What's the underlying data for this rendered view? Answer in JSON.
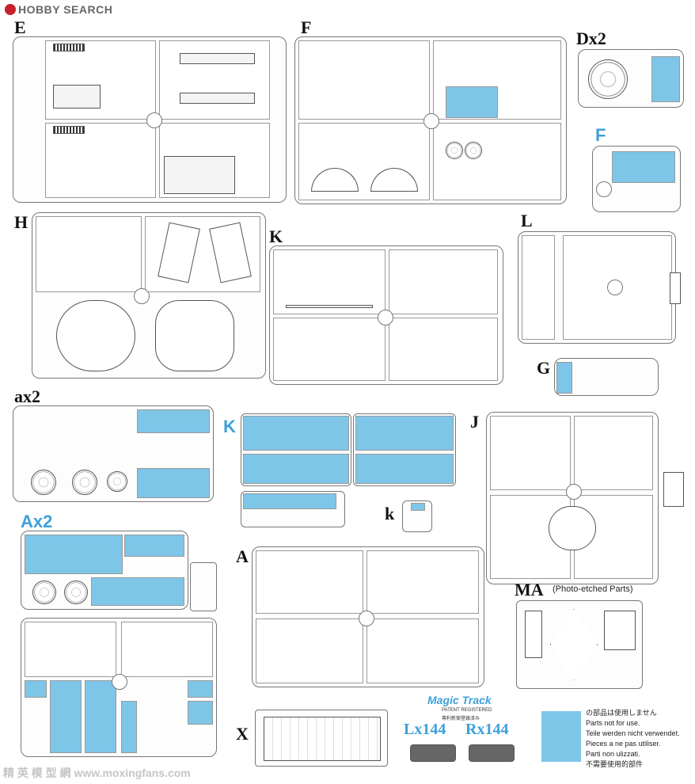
{
  "header": {
    "brand": "HOBBY SEARCH",
    "logo_icon": "hobby-search-logo-icon"
  },
  "sprue_labels": {
    "E": "E",
    "F": "F",
    "Dx2": "Dx2",
    "F_small": "F",
    "H": "H",
    "K": "K",
    "L": "L",
    "G": "G",
    "ax2": "ax2",
    "K_blue": "K",
    "J": "J",
    "k": "k",
    "Ax2": "Ax2",
    "A": "A",
    "MA": "MA",
    "X": "X"
  },
  "ma_subtitle": "(Photo-etched Parts)",
  "magic_track": {
    "logo": "Magic Track",
    "patent": "PATENT REGISTERED",
    "patent_cn": "專利新案登錄済み"
  },
  "tracks": {
    "left": "Lx144",
    "right": "Rx144"
  },
  "legend": {
    "swatch_color": "#7ec6e8",
    "lines": [
      "の部品は使用しません",
      "Parts not for use.",
      "Teile werden nicht verwendet.",
      "Pieces a ne pas utiliser.",
      "Parti non ulizzati.",
      "不需要使用的部件"
    ]
  },
  "watermark": "精 英 模 型 網 www.moxingfans.com",
  "colors": {
    "unused_blue": "#7ec6e8",
    "label_blue": "#3ea0da",
    "sprue_frame": "#777777"
  }
}
